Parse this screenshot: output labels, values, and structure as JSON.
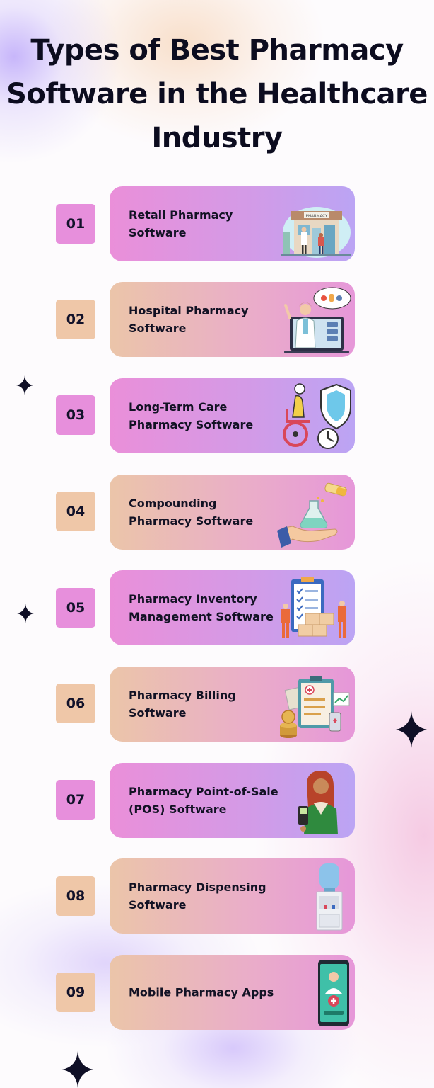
{
  "title": "Types of Best Pharmacy Software in the Healthcare Industry",
  "items": [
    {
      "number": "01",
      "label": "Retail Pharmacy Software",
      "icon": "pharmacy-storefront-icon"
    },
    {
      "number": "02",
      "label": "Hospital Pharmacy Software",
      "icon": "doctor-screen-icon"
    },
    {
      "number": "03",
      "label": "Long-Term Care Pharmacy Software",
      "icon": "wheelchair-shield-clock-icon"
    },
    {
      "number": "04",
      "label": "Compounding Pharmacy Software",
      "icon": "flask-hand-icon"
    },
    {
      "number": "05",
      "label": "Pharmacy Inventory Management Software",
      "icon": "inventory-checklist-icon"
    },
    {
      "number": "06",
      "label": "Pharmacy Billing Software",
      "icon": "billing-clipboard-coins-icon"
    },
    {
      "number": "07",
      "label": "Pharmacy Point-of-Sale (POS) Software",
      "icon": "cashier-pos-icon"
    },
    {
      "number": "08",
      "label": "Pharmacy Dispensing Software",
      "icon": "water-dispenser-icon"
    },
    {
      "number": "09",
      "label": "Mobile Pharmacy Apps",
      "icon": "mobile-pharmacy-app-icon"
    }
  ],
  "colors": {
    "pink_tile": "#e78fdc",
    "peach_tile": "#efc7a8",
    "violet_card_end": "#bba4f4",
    "peach_card_start": "#ebc5a9",
    "text": "#12122a"
  }
}
